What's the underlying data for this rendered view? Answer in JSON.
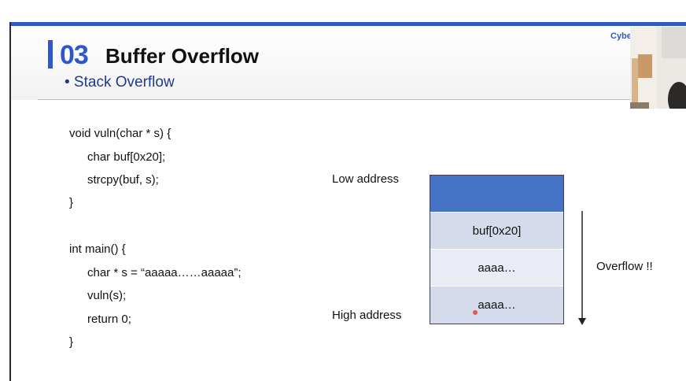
{
  "header": {
    "section_number": "03",
    "title": "Buffer Overflow",
    "subtitle": "• Stack Overflow",
    "brand": "Cybe"
  },
  "code": {
    "lines": [
      "void vuln(char * s) {",
      "char buf[0x20];",
      "strcpy(buf, s);",
      "}",
      "int main() {",
      "char * s = “aaaaa……aaaaa”;",
      "vuln(s);",
      "return 0;",
      "}"
    ]
  },
  "diagram": {
    "low_address": "Low address",
    "high_address": "High address",
    "cells": [
      "",
      "buf[0x20]",
      "aaaa…",
      "aaaa…"
    ],
    "overflow_label": "Overflow !!",
    "colors": {
      "top_block": "#4472c4",
      "cell_light": "#d5dbea",
      "cell_lighter": "#e9ecf4",
      "accent": "#2f57c9"
    }
  }
}
